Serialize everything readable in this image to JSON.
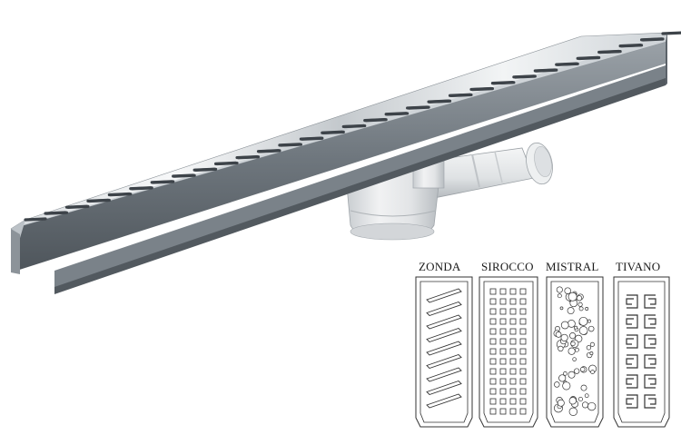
{
  "patterns": [
    {
      "label": "ZONDA",
      "icon": "diagonal-slots-grate"
    },
    {
      "label": "SIROCCO",
      "icon": "square-holes-grate"
    },
    {
      "label": "MISTRAL",
      "icon": "random-circles-grate"
    },
    {
      "label": "TIVANO",
      "icon": "maze-pattern-grate"
    }
  ],
  "colors": {
    "steel_light": "#f4f6f7",
    "steel_mid": "#b9bfc4",
    "steel_dark": "#5e666d",
    "slot": "#3d4349",
    "pvc": "#e4e6e8",
    "pvc_shadow": "#b6bbc0"
  }
}
